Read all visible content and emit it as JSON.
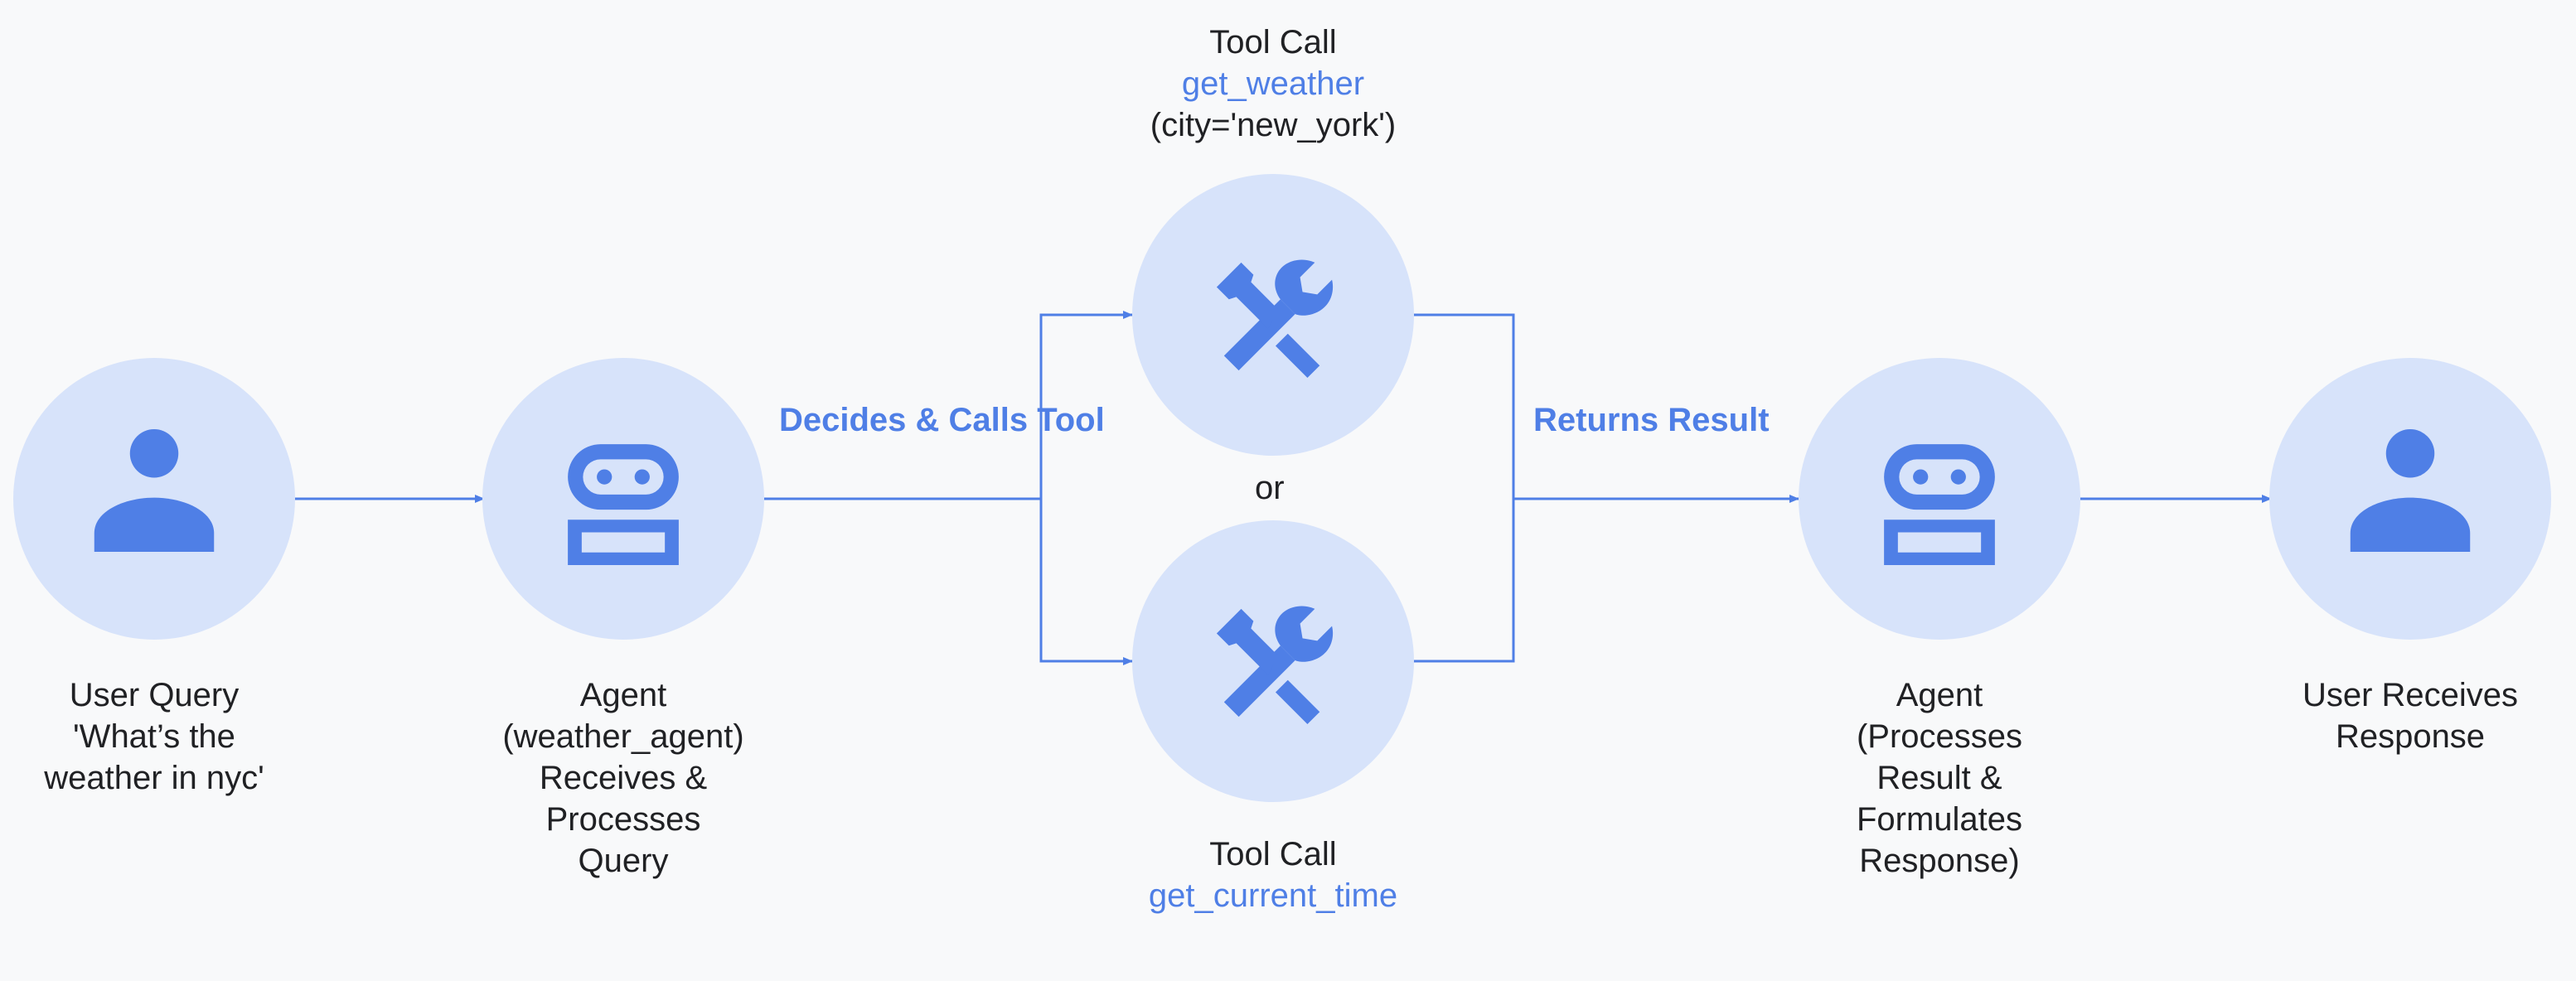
{
  "colors": {
    "accent": "#4f7fe6",
    "circle_fill": "#d7e3fa",
    "background": "#f8f9fa",
    "text": "#202124"
  },
  "nodes": {
    "user_query": {
      "icon": "person-icon",
      "lines": [
        "User Query",
        "'What’s the",
        "weather in nyc'"
      ]
    },
    "agent_receives": {
      "icon": "robot-icon",
      "lines": [
        "Agent",
        "(weather_agent)",
        "Receives &",
        "Processes",
        "Query"
      ]
    },
    "tool_weather": {
      "icon": "tools-icon",
      "title": "Tool Call",
      "function": "get_weather",
      "args": "(city='new_york')"
    },
    "tool_time": {
      "icon": "tools-icon",
      "title": "Tool Call",
      "function": "get_current_time"
    },
    "agent_formulates": {
      "icon": "robot-icon",
      "lines": [
        "Agent",
        "(Processes",
        "Result &",
        "Formulates",
        "Response)"
      ]
    },
    "user_receives": {
      "icon": "person-icon",
      "lines": [
        "User Receives",
        "Response"
      ]
    }
  },
  "edges": {
    "decides": [
      "Decides",
      "& Calls Tool"
    ],
    "returns": [
      "Returns",
      "Result"
    ]
  },
  "or_label": "or"
}
